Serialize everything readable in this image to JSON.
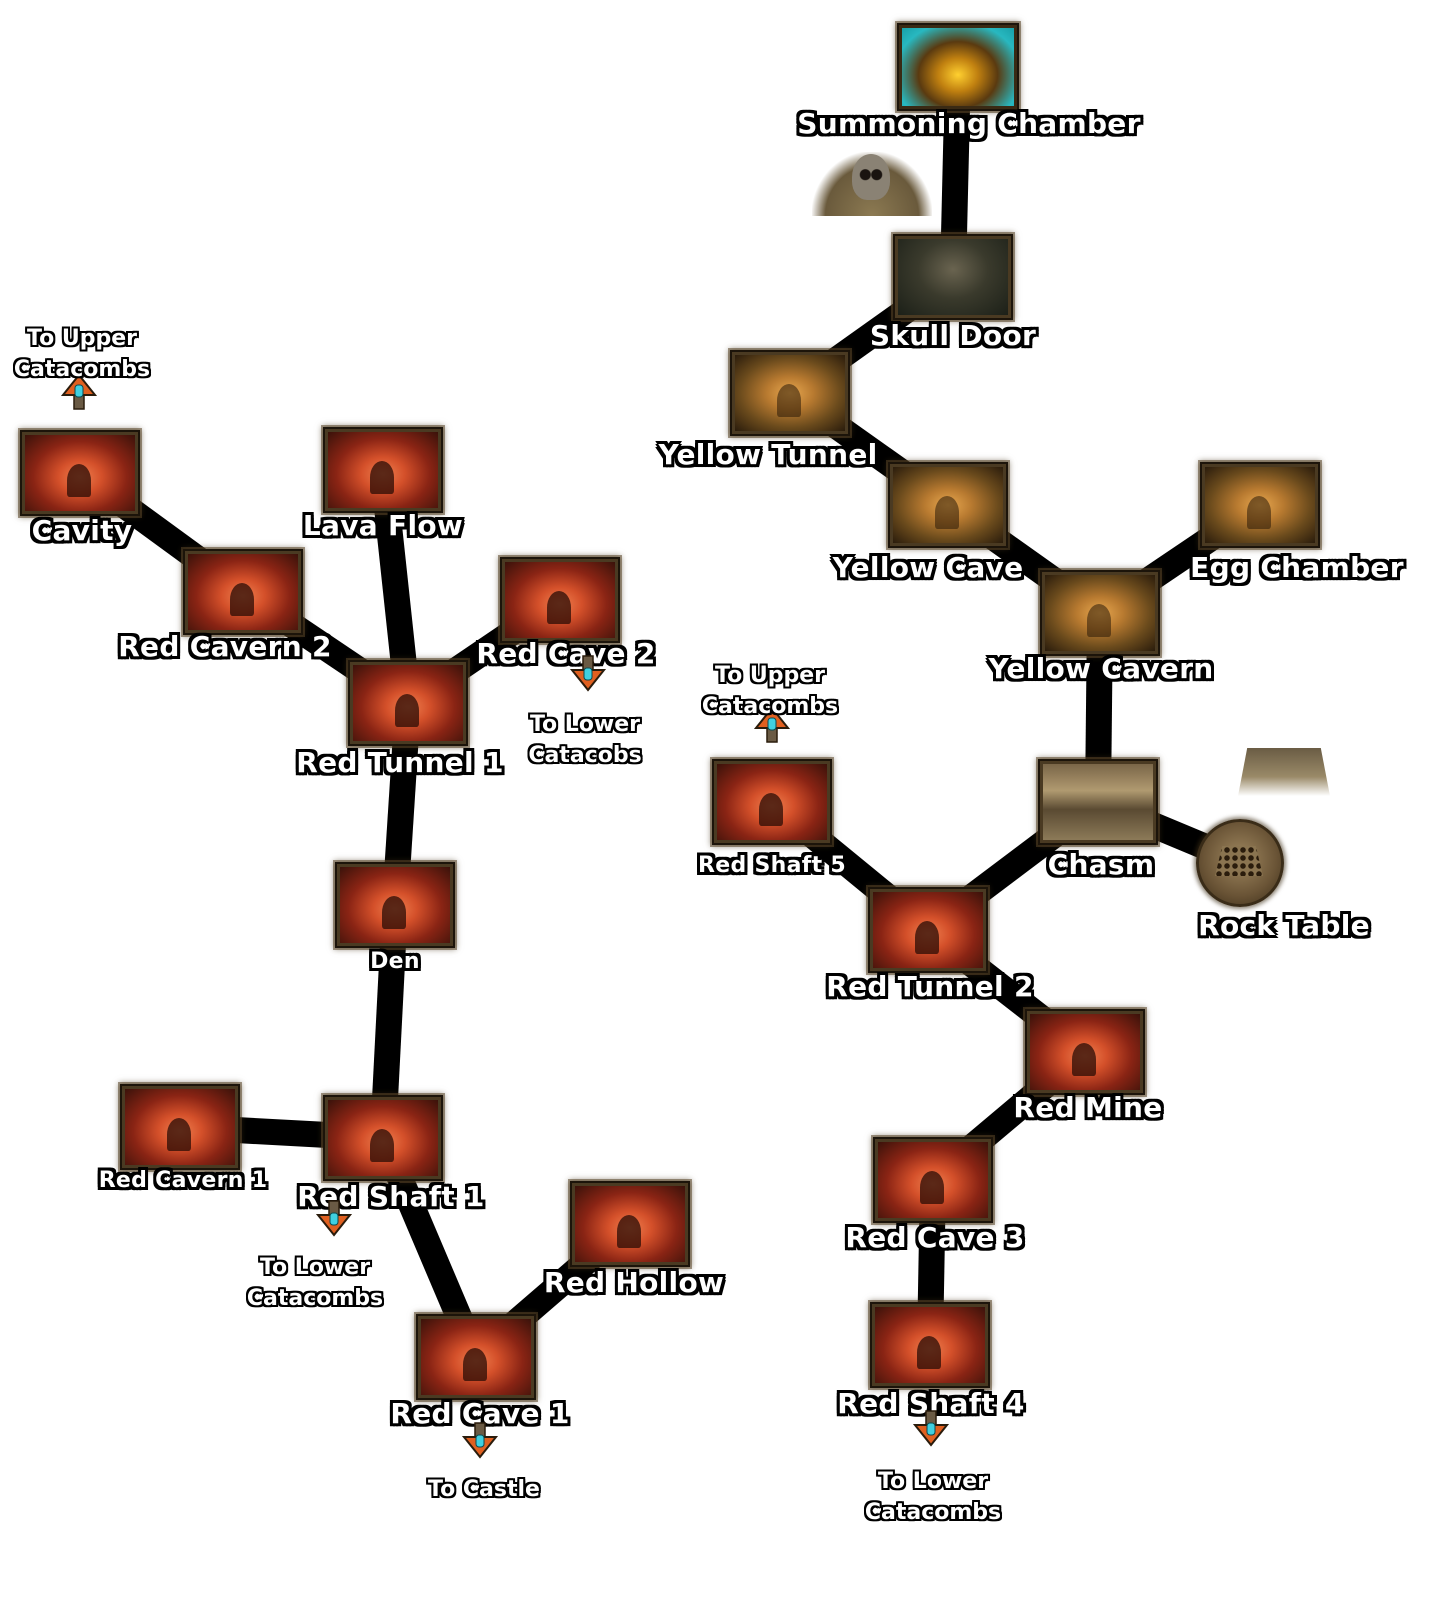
{
  "title": "Red and Yellow Caverns Map",
  "colors": {
    "link": "#000000",
    "label_fill": "#ffffff",
    "label_outline": "#000000",
    "portal_gem": "#40d0e0",
    "portal_arrow": "#e06020"
  },
  "rooms": [
    {
      "id": "summoning-chamber",
      "label": "Summoning Chamber",
      "theme": "summon"
    },
    {
      "id": "skull-door",
      "label": "Skull Door",
      "theme": "dark"
    },
    {
      "id": "yellow-tunnel",
      "label": "Yellow Tunnel",
      "theme": "yellow"
    },
    {
      "id": "yellow-cave",
      "label": "Yellow Cave",
      "theme": "yellow"
    },
    {
      "id": "yellow-cavern",
      "label": "Yellow Cavern",
      "theme": "yellow"
    },
    {
      "id": "egg-chamber",
      "label": "Egg Chamber",
      "theme": "yellow"
    },
    {
      "id": "chasm",
      "label": "Chasm",
      "theme": "stone"
    },
    {
      "id": "rock-table",
      "label": "Rock Table",
      "theme": "round"
    },
    {
      "id": "red-shaft-5",
      "label": "Red Shaft 5",
      "theme": "red"
    },
    {
      "id": "red-tunnel-2",
      "label": "Red Tunnel 2",
      "theme": "red"
    },
    {
      "id": "red-mine",
      "label": "Red Mine",
      "theme": "red"
    },
    {
      "id": "red-cave-3",
      "label": "Red Cave 3",
      "theme": "red"
    },
    {
      "id": "red-shaft-4",
      "label": "Red Shaft 4",
      "theme": "red"
    },
    {
      "id": "cavity",
      "label": "Cavity",
      "theme": "red"
    },
    {
      "id": "lava-flow",
      "label": "Lava Flow",
      "theme": "red"
    },
    {
      "id": "red-cavern-2",
      "label": "Red Cavern 2",
      "theme": "red"
    },
    {
      "id": "red-cave-2",
      "label": "Red Cave 2",
      "theme": "red"
    },
    {
      "id": "red-tunnel-1",
      "label": "Red Tunnel 1",
      "theme": "red"
    },
    {
      "id": "den",
      "label": "Den",
      "theme": "red"
    },
    {
      "id": "red-cavern-1",
      "label": "Red Cavern 1",
      "theme": "red"
    },
    {
      "id": "red-shaft-1",
      "label": "Red Shaft 1",
      "theme": "red"
    },
    {
      "id": "red-hollow",
      "label": "Red Hollow",
      "theme": "red"
    },
    {
      "id": "red-cave-1",
      "label": "Red Cave 1",
      "theme": "red"
    }
  ],
  "connections": [
    [
      "summoning-chamber",
      "skull-door"
    ],
    [
      "skull-door",
      "yellow-tunnel"
    ],
    [
      "yellow-tunnel",
      "yellow-cave"
    ],
    [
      "yellow-cave",
      "yellow-cavern"
    ],
    [
      "yellow-cavern",
      "egg-chamber"
    ],
    [
      "yellow-cavern",
      "chasm"
    ],
    [
      "chasm",
      "rock-table"
    ],
    [
      "chasm",
      "red-tunnel-2"
    ],
    [
      "red-shaft-5",
      "red-tunnel-2"
    ],
    [
      "red-tunnel-2",
      "red-mine"
    ],
    [
      "red-mine",
      "red-cave-3"
    ],
    [
      "red-cave-3",
      "red-shaft-4"
    ],
    [
      "cavity",
      "red-cavern-2"
    ],
    [
      "red-cavern-2",
      "red-tunnel-1"
    ],
    [
      "lava-flow",
      "red-tunnel-1"
    ],
    [
      "red-cave-2",
      "red-tunnel-1"
    ],
    [
      "red-tunnel-1",
      "den"
    ],
    [
      "den",
      "red-shaft-1"
    ],
    [
      "red-cavern-1",
      "red-shaft-1"
    ],
    [
      "red-shaft-1",
      "red-cave-1"
    ],
    [
      "red-hollow",
      "red-cave-1"
    ]
  ],
  "exits": [
    {
      "id": "cavity-exit",
      "direction": "up",
      "lines": [
        "To Upper",
        "Catacombs"
      ]
    },
    {
      "id": "red-cave-2-exit",
      "direction": "down",
      "lines": [
        "To Lower",
        "Catacobs"
      ]
    },
    {
      "id": "red-shaft-1-exit",
      "direction": "down",
      "lines": [
        "To Lower",
        "Catacombs"
      ]
    },
    {
      "id": "red-cave-1-exit",
      "direction": "down",
      "lines": [
        "To Castle"
      ]
    },
    {
      "id": "red-shaft-5-exit",
      "direction": "up",
      "lines": [
        "To Upper",
        "Catacombs"
      ]
    },
    {
      "id": "red-shaft-4-exit",
      "direction": "down",
      "lines": [
        "To Lower",
        "Catacombs"
      ]
    }
  ],
  "decorations": [
    {
      "id": "skull-relief",
      "icon": "skull-relief-icon"
    },
    {
      "id": "stone-tablet",
      "icon": "stone-tablet-icon"
    }
  ]
}
